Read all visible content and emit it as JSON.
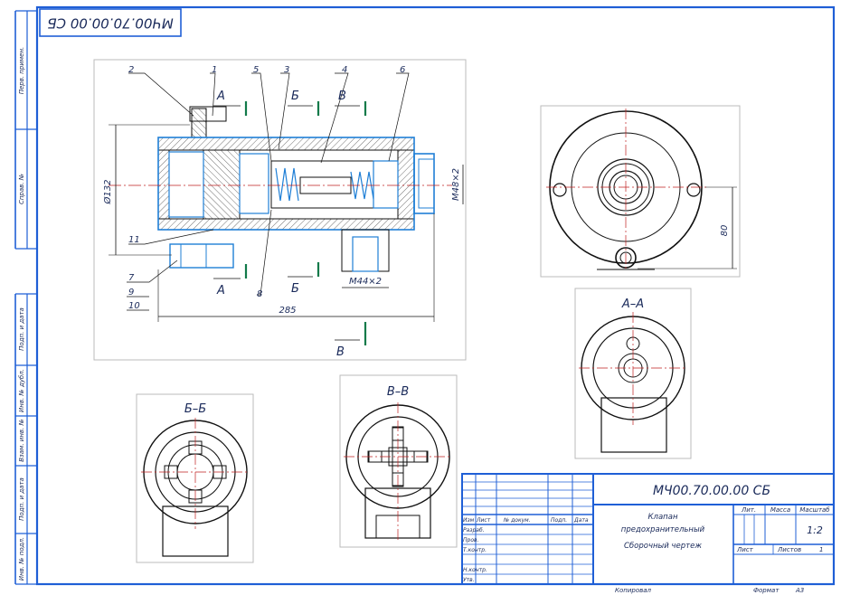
{
  "corner_code": "МЧ00.70.00.00 СБ",
  "side_labels": [
    "Перв. примен.",
    "Справ. №",
    "Подп. и дата",
    "Инв. № дубл.",
    "Взам. инв. №",
    "Подп. и дата",
    "Инв. № подл."
  ],
  "views": {
    "main": {
      "callouts": [
        "2",
        "1",
        "5",
        "3",
        "4",
        "6",
        "11",
        "7",
        "9",
        "10",
        "8"
      ],
      "section_letters": [
        "А",
        "Б",
        "В",
        "А",
        "Б",
        "В"
      ],
      "dimensions": {
        "diameter": "Ø132",
        "length": "285",
        "thread_right": "М48×2",
        "thread_bottom": "М44×2"
      }
    },
    "end_view": {
      "dimension": "80"
    },
    "section_aa": {
      "title": "А–А"
    },
    "section_bb": {
      "title": "Б–Б"
    },
    "section_vv": {
      "title": "В–В"
    }
  },
  "title_block": {
    "designation": "МЧ00.70.00.00 СБ",
    "name_lines": [
      "Клапан",
      "предохранительный",
      "Сборочный чертеж"
    ],
    "col_headers": [
      "Изм",
      "Лист",
      "№ докум.",
      "Подп.",
      "Дата"
    ],
    "row_labels": [
      "Разраб.",
      "Пров.",
      "Т.контр.",
      "",
      "Н.контр.",
      "Утв."
    ],
    "lit_label": "Лит.",
    "mass_label": "Масса",
    "scale_label": "Масштаб",
    "scale_value": "1:2",
    "sheet_label": "Лист",
    "sheets_label": "Листов",
    "sheets_value": "1",
    "footer_copied": "Копировал",
    "footer_format_label": "Формат",
    "footer_format_value": "А3"
  }
}
